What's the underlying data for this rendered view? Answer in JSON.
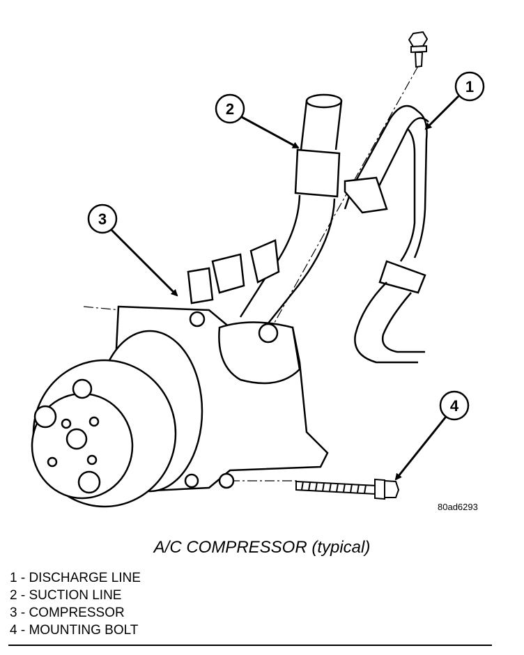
{
  "figure": {
    "caption": "A/C COMPRESSOR (typical)",
    "figure_id": "80ad6293",
    "callouts": [
      "1",
      "2",
      "3",
      "4"
    ]
  },
  "legend": [
    {
      "number": "1",
      "label": "1 - DISCHARGE LINE"
    },
    {
      "number": "2",
      "label": "2 - SUCTION LINE"
    },
    {
      "number": "3",
      "label": "3 - COMPRESSOR"
    },
    {
      "number": "4",
      "label": "4 - MOUNTING BOLT"
    }
  ]
}
